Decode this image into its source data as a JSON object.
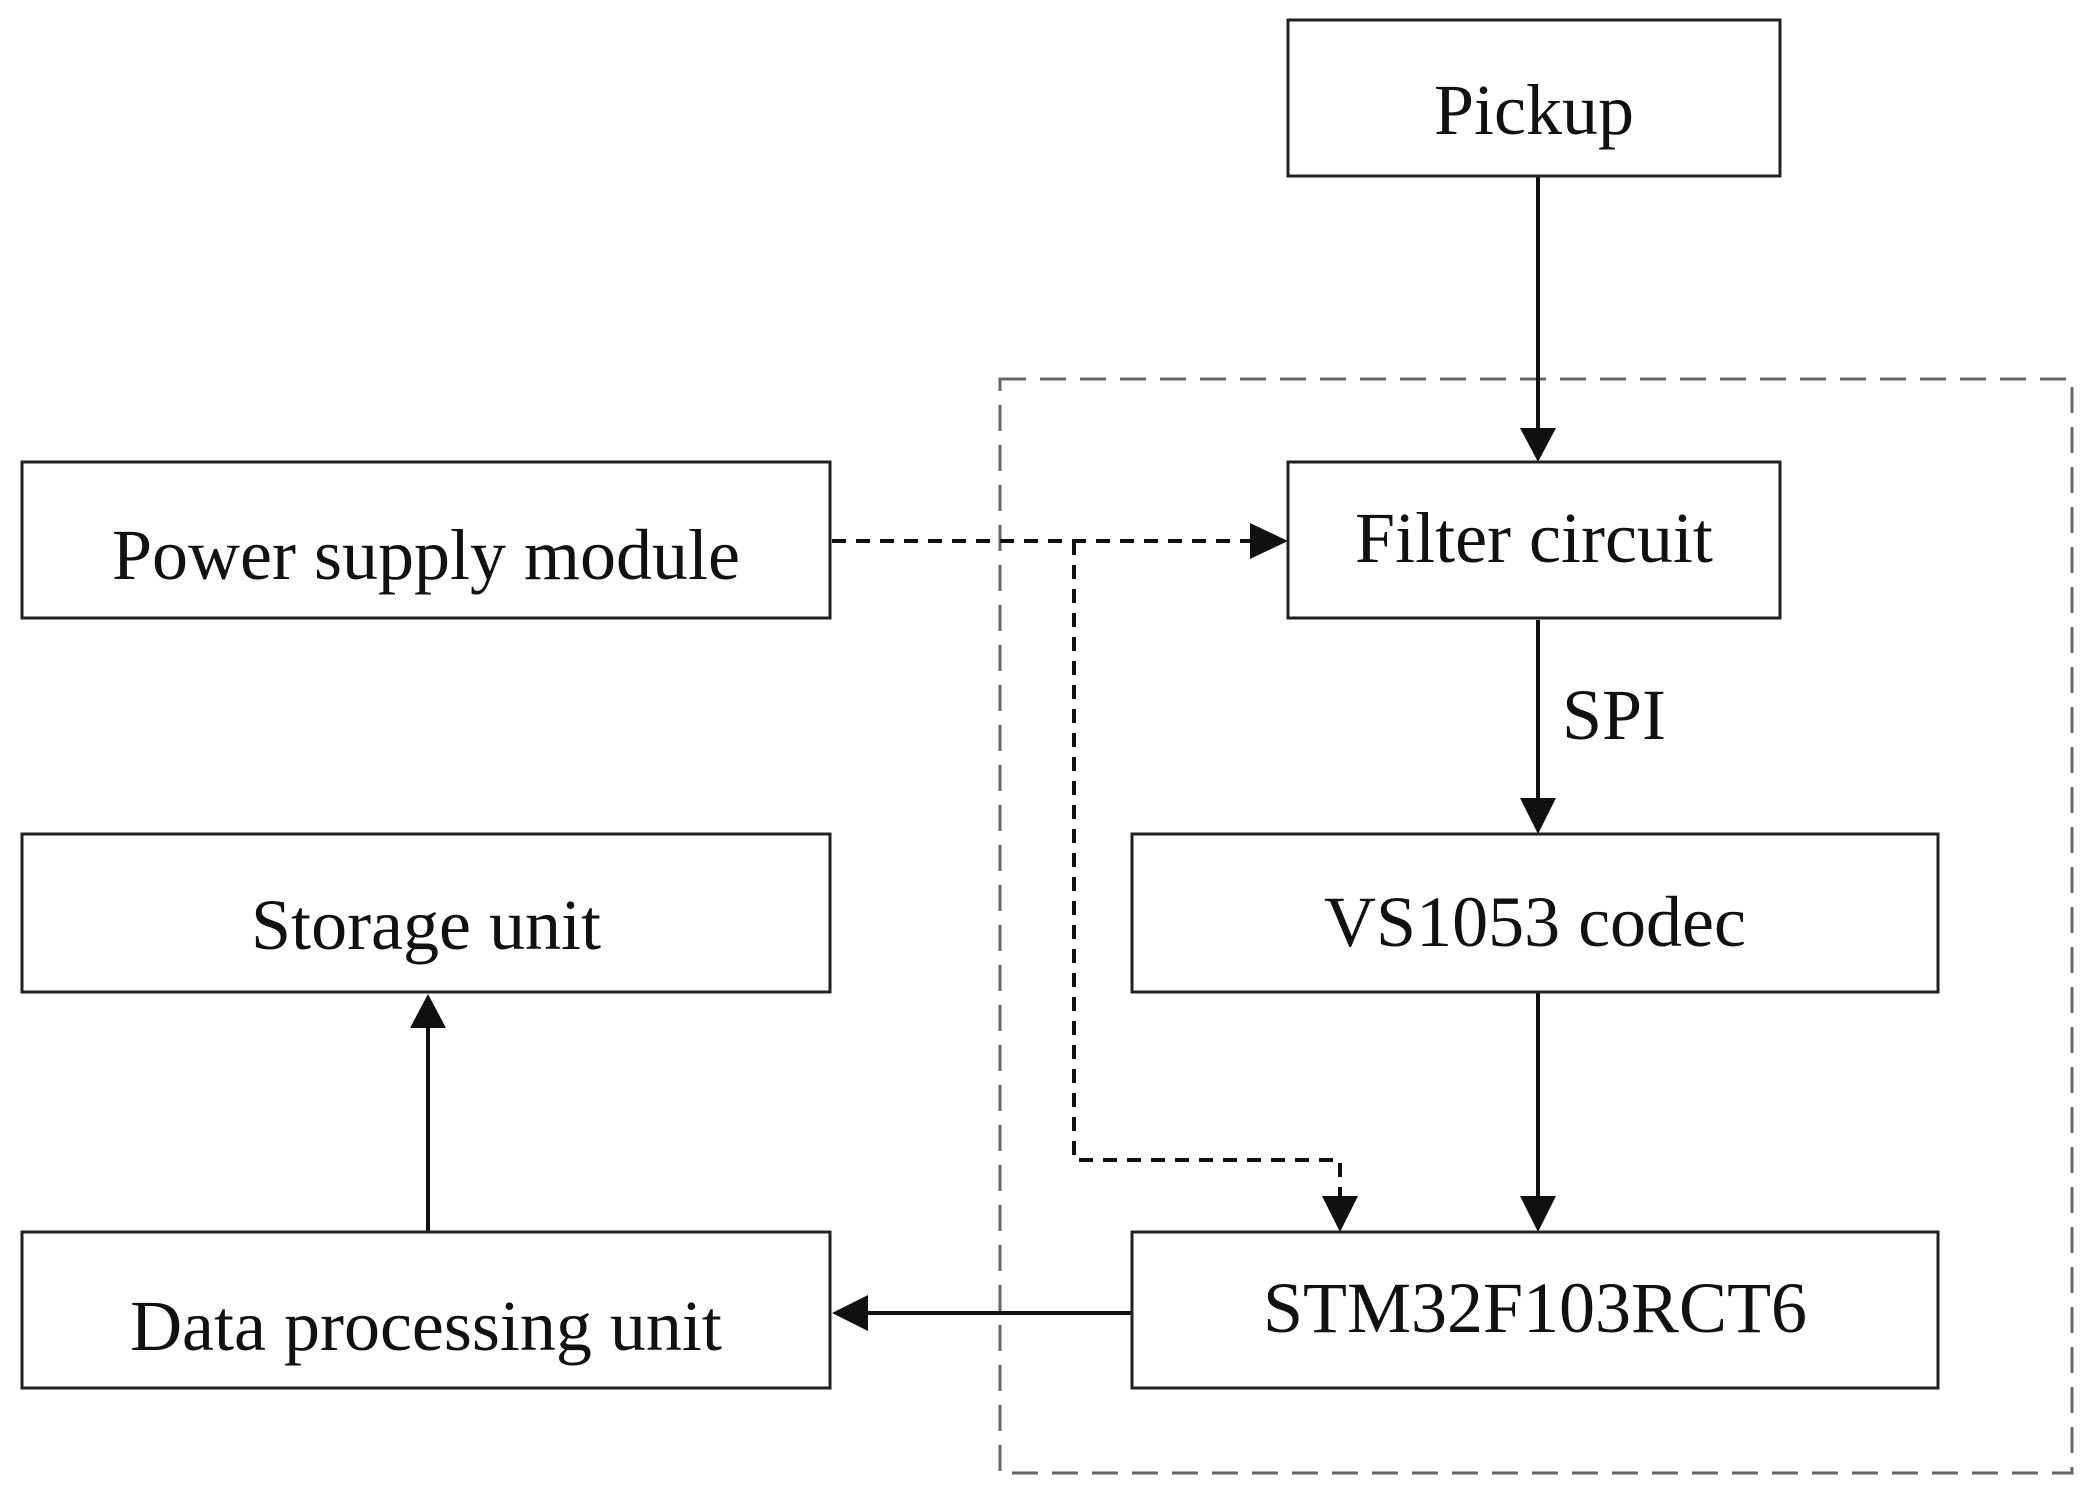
{
  "nodes": {
    "pickup": "Pickup",
    "filter_circuit": "Filter circuit",
    "codec": "VS1053 codec",
    "mcu": "STM32F103RCT6",
    "power_supply": "Power supply module",
    "storage": "Storage unit",
    "data_processing": "Data processing unit"
  },
  "edges": {
    "filter_to_codec_label": "SPI"
  },
  "connections": [
    {
      "from": "pickup",
      "to": "filter_circuit",
      "style": "solid"
    },
    {
      "from": "filter_circuit",
      "to": "codec",
      "style": "solid",
      "label": "SPI"
    },
    {
      "from": "codec",
      "to": "mcu",
      "style": "solid"
    },
    {
      "from": "mcu",
      "to": "data_processing",
      "style": "solid"
    },
    {
      "from": "data_processing",
      "to": "storage",
      "style": "solid"
    },
    {
      "from": "power_supply",
      "to": "filter_circuit",
      "style": "dashed"
    },
    {
      "from": "power_supply",
      "to": "mcu",
      "style": "dashed"
    }
  ]
}
